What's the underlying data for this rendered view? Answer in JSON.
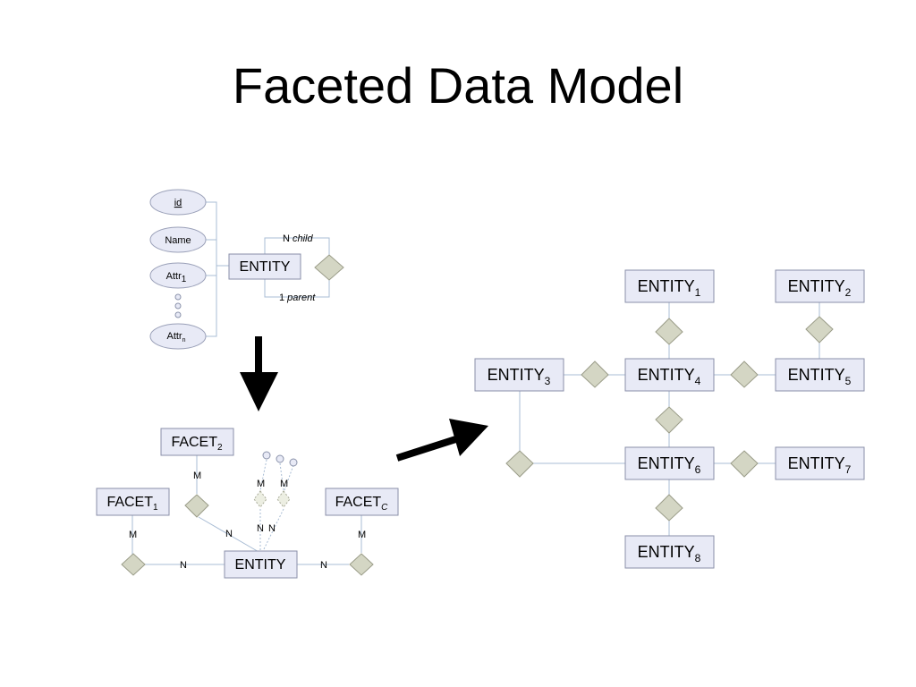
{
  "title": "Faceted Data Model",
  "er_model": {
    "attributes": [
      {
        "label": "id",
        "sub": ""
      },
      {
        "label": "Name",
        "sub": ""
      },
      {
        "label": "Attr",
        "sub": "1"
      },
      {
        "label": "Attr",
        "sub": "n"
      }
    ],
    "entity": "ENTITY",
    "child_card": "N",
    "child_role": "child",
    "parent_card": "1",
    "parent_role": "parent"
  },
  "facet_model": {
    "entity": "ENTITY",
    "facets": [
      {
        "label": "FACET",
        "sub": "1"
      },
      {
        "label": "FACET",
        "sub": "2"
      },
      {
        "label": "FACET",
        "sub": "C"
      }
    ],
    "card_m": "M",
    "card_n": "N"
  },
  "instance_model": {
    "entities": [
      {
        "label": "ENTITY",
        "sub": "1"
      },
      {
        "label": "ENTITY",
        "sub": "2"
      },
      {
        "label": "ENTITY",
        "sub": "3"
      },
      {
        "label": "ENTITY",
        "sub": "4"
      },
      {
        "label": "ENTITY",
        "sub": "5"
      },
      {
        "label": "ENTITY",
        "sub": "6"
      },
      {
        "label": "ENTITY",
        "sub": "7"
      },
      {
        "label": "ENTITY",
        "sub": "8"
      }
    ]
  }
}
